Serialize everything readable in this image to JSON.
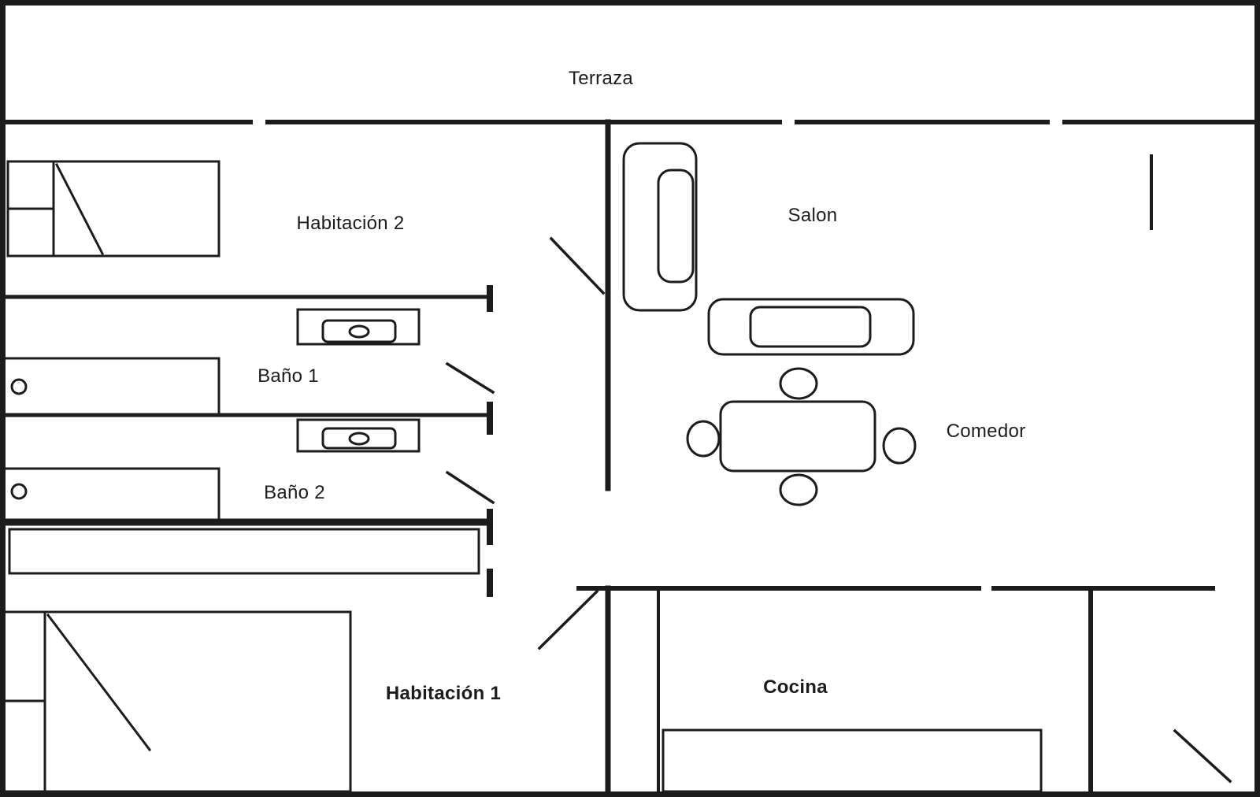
{
  "colors": {
    "wall": "#1c1c1c",
    "background": "#ffffff"
  },
  "rooms": {
    "terraza": "Terraza",
    "habitacion2": "Habitación 2",
    "salon": "Salon",
    "bano1": "Baño 1",
    "comedor": "Comedor",
    "bano2": "Baño 2",
    "habitacion1": "Habitación 1",
    "cocina": "Cocina"
  },
  "furniture": [
    "single-bed-icon",
    "single-bed-icon",
    "bathtub-icon",
    "bathtub-icon",
    "washbasin-icon",
    "washbasin-icon",
    "wardrobe-icon",
    "armchair-icon",
    "sofa-icon",
    "dining-table-icon",
    "dining-chair-icon",
    "dining-chair-icon",
    "dining-chair-icon",
    "dining-chair-icon",
    "kitchen-counter-icon",
    "door-leaf-icon",
    "door-leaf-icon",
    "door-leaf-icon",
    "door-leaf-icon",
    "door-leaf-icon"
  ]
}
